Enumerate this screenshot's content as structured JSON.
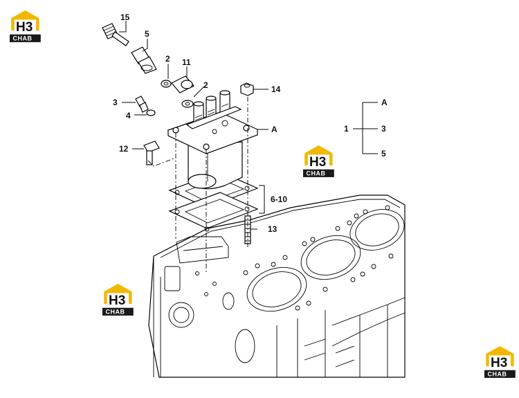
{
  "callouts": {
    "p15": "15",
    "p5": "5",
    "p2a": "2",
    "p11": "11",
    "p2b": "2",
    "p3": "3",
    "p4": "4",
    "p14": "14",
    "pA": "A",
    "p12": "12",
    "p6_10": "6-10",
    "p13": "13"
  },
  "legend": {
    "root": "1",
    "items": [
      "A",
      "3",
      "5"
    ]
  },
  "watermark": {
    "logo_letters": "H3",
    "logo_word": "CHAB",
    "colors": {
      "accent": "#f2b800",
      "dark": "#1a1a1a"
    }
  }
}
